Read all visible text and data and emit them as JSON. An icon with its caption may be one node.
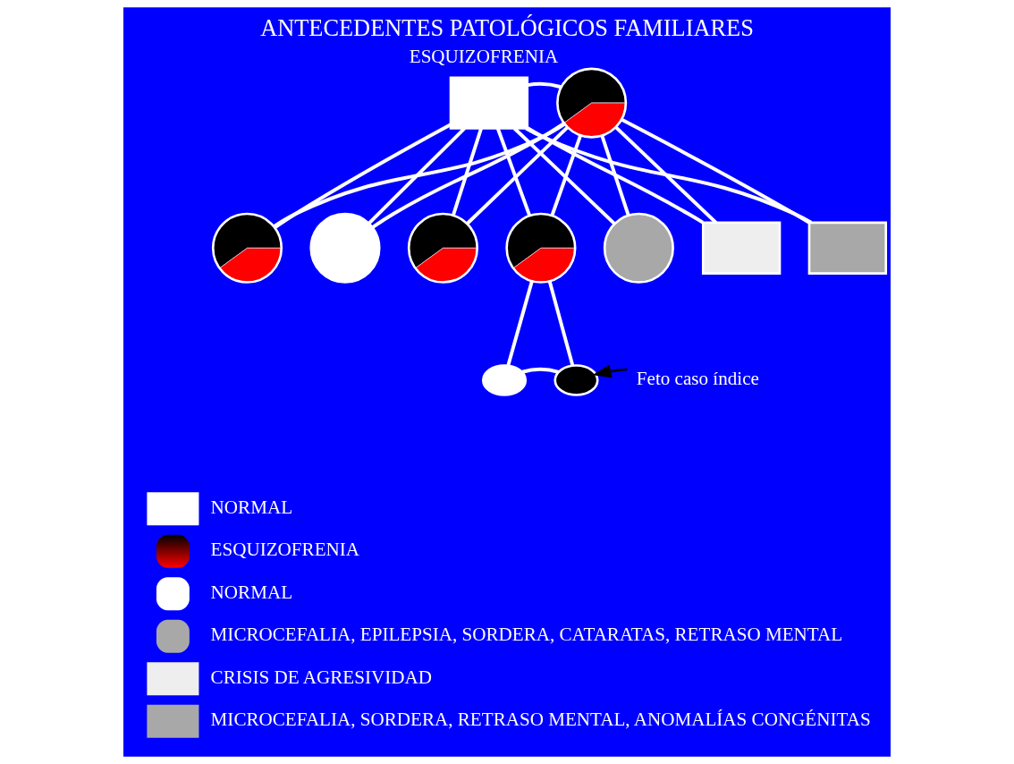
{
  "diagram": {
    "title": "ANTECEDENTES PATOLÓGICOS FAMILIARES",
    "nodes": [
      {
        "text": [],
        "shape": "box"
      },
      {
        "text": [],
        "shape": "circle",
        "beside": [
          "ESQUIZOFRENIA"
        ]
      },
      {
        "text": [],
        "shape": "circle"
      },
      {
        "text": [],
        "shape": "circle"
      },
      {
        "text": [],
        "shape": "circle"
      },
      {
        "text": [],
        "shape": "circle"
      },
      {
        "text": [],
        "shape": "circle"
      },
      {
        "text": [],
        "shape": "box"
      },
      {
        "text": [],
        "shape": "box"
      },
      {
        "text": [],
        "shape": "oval"
      },
      {
        "text": [],
        "shape": "oval"
      },
      {
        "text": [
          "Feto caso índice"
        ]
      }
    ],
    "edges": [
      {
        "from": 0,
        "to": 1,
        "arrow": "none"
      },
      {
        "from": 0,
        "to": 2,
        "arrow": "none"
      },
      {
        "from": 1,
        "to": 2,
        "arrow": "none"
      },
      {
        "from": 0,
        "to": 3,
        "arrow": "none"
      },
      {
        "from": 1,
        "to": 3,
        "arrow": "none"
      },
      {
        "from": 0,
        "to": 4,
        "arrow": "none"
      },
      {
        "from": 1,
        "to": 4,
        "arrow": "none"
      },
      {
        "from": 0,
        "to": 5,
        "arrow": "none"
      },
      {
        "from": 1,
        "to": 5,
        "arrow": "none"
      },
      {
        "from": 0,
        "to": 6,
        "arrow": "none"
      },
      {
        "from": 1,
        "to": 6,
        "arrow": "none"
      },
      {
        "from": 0,
        "to": 7,
        "arrow": "none"
      },
      {
        "from": 1,
        "to": 7,
        "arrow": "none"
      },
      {
        "from": 0,
        "to": 8,
        "arrow": "none"
      },
      {
        "from": 1,
        "to": 8,
        "arrow": "none"
      },
      {
        "from": 5,
        "to": 9,
        "arrow": "none"
      },
      {
        "from": 5,
        "to": 10,
        "arrow": "none"
      },
      {
        "from": 9,
        "to": 10,
        "arrow": "none"
      },
      {
        "from": 11,
        "to": 10,
        "arrow": "to",
        "color": "#000000"
      }
    ],
    "legend": [
      {
        "text": "NORMAL"
      },
      {
        "text": "ESQUIZOFRENIA"
      },
      {
        "text": "NORMAL"
      },
      {
        "text": "MICROCEFALIA, EPILEPSIA, SORDERA, CATARATAS, RETRASO MENTAL"
      },
      {
        "text": "CRISIS DE AGRESIVIDAD"
      },
      {
        "text": "MICROCEFALIA, SORDERA, RETRASO MENTAL, ANOMALÍAS CONGÉNITAS"
      }
    ]
  }
}
